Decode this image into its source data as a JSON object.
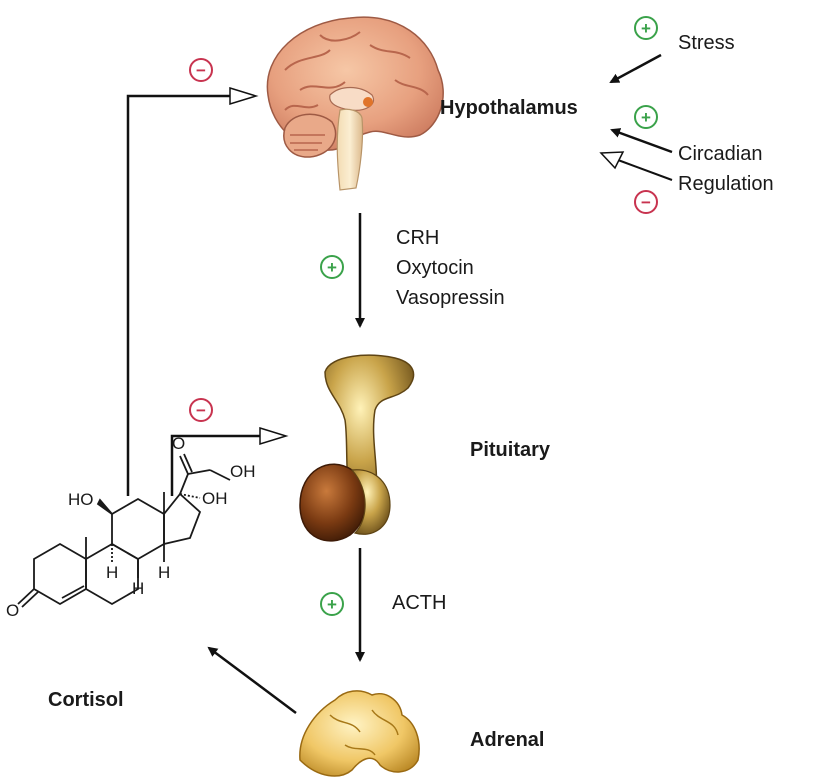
{
  "organs": {
    "hypothalamus": "Hypothalamus",
    "pituitary": "Pituitary",
    "adrenal": "Adrenal",
    "cortisol": "Cortisol"
  },
  "inputs": {
    "stress": "Stress",
    "circadian_line1": "Circadian",
    "circadian_line2": "Regulation"
  },
  "hormones": {
    "crh": "CRH",
    "oxytocin": "Oxytocin",
    "vasopressin": "Vasopressin",
    "acth": "ACTH"
  },
  "signs": {
    "plus": "+",
    "minus": "−"
  },
  "molecule_labels": {
    "o_ketone": "O",
    "oh_side": "OH",
    "o_ring": "O",
    "ho_11": "HO",
    "oh_17": "OH",
    "h_9": "H",
    "h_8": "H",
    "h_14": "H"
  },
  "colors": {
    "plus": "#3aa24a",
    "minus": "#c8334f",
    "arrow": "#111111"
  }
}
